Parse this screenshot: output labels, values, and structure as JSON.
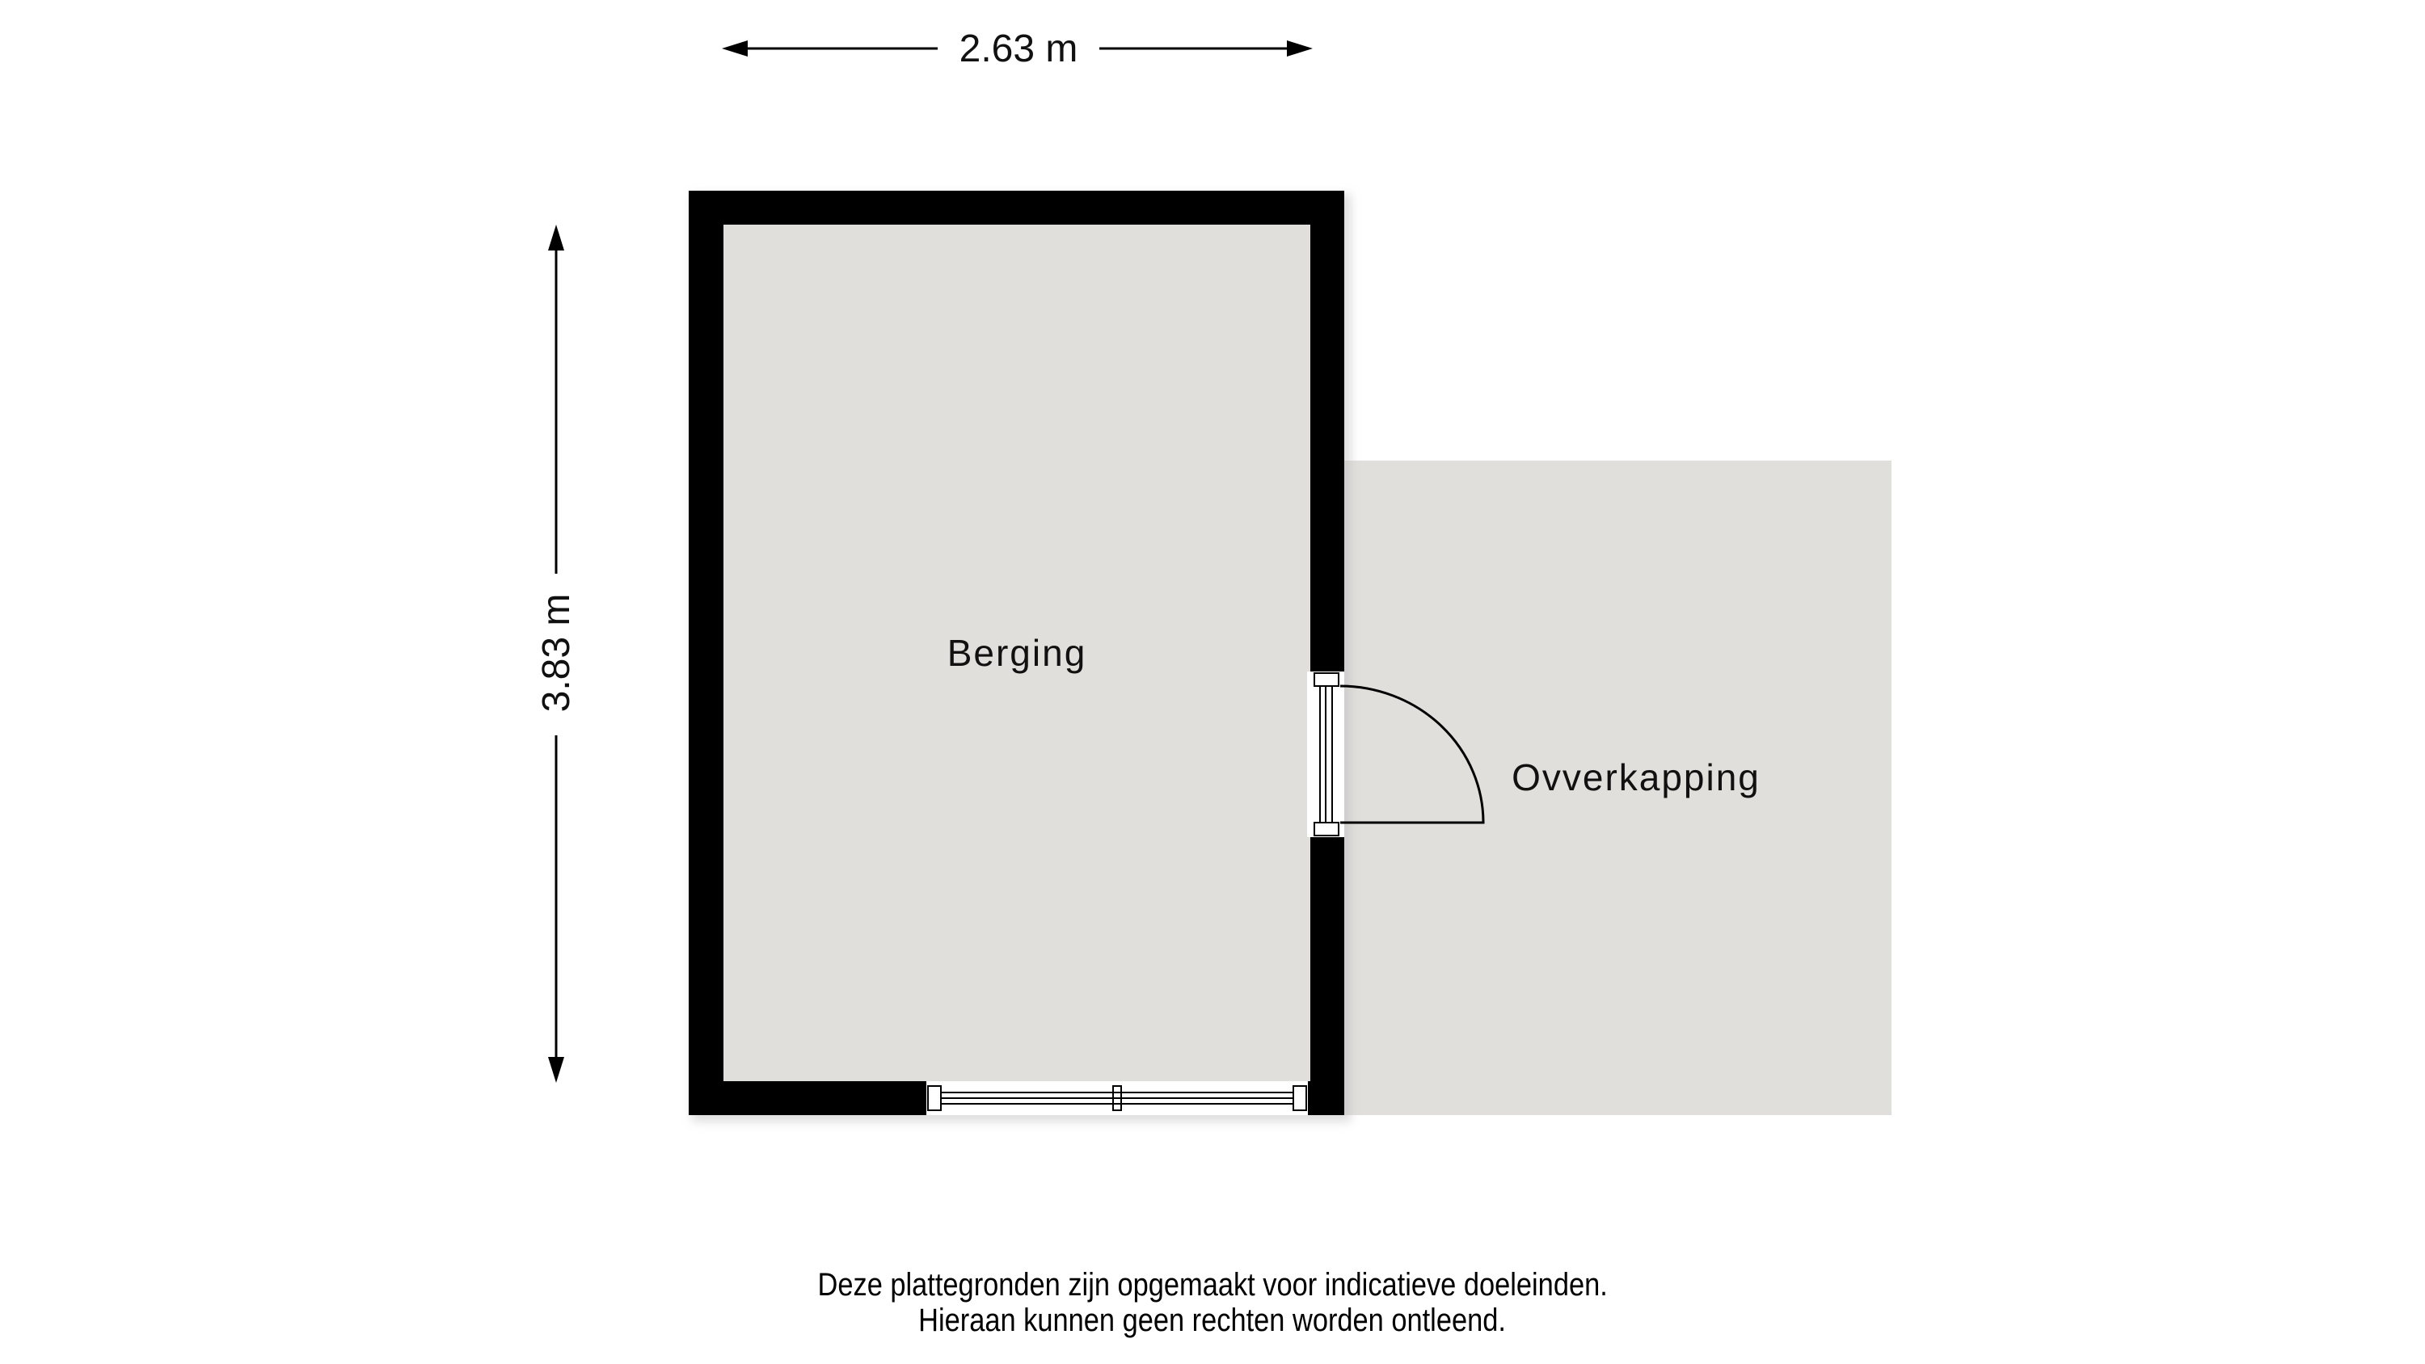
{
  "dimensions": {
    "width_label": "2.63 m",
    "height_label": "3.83 m"
  },
  "rooms": [
    {
      "name": "Berging"
    },
    {
      "name": "Ovverkapping"
    }
  ],
  "footer": {
    "line1": "Deze plattegronden zijn opgemaakt voor indicatieve doeleinden.",
    "line2": "Hieraan kunnen geen rechten worden ontleend."
  },
  "colors": {
    "wall": "#000000",
    "floor": "#e0dfdc",
    "background": "#ffffff"
  }
}
